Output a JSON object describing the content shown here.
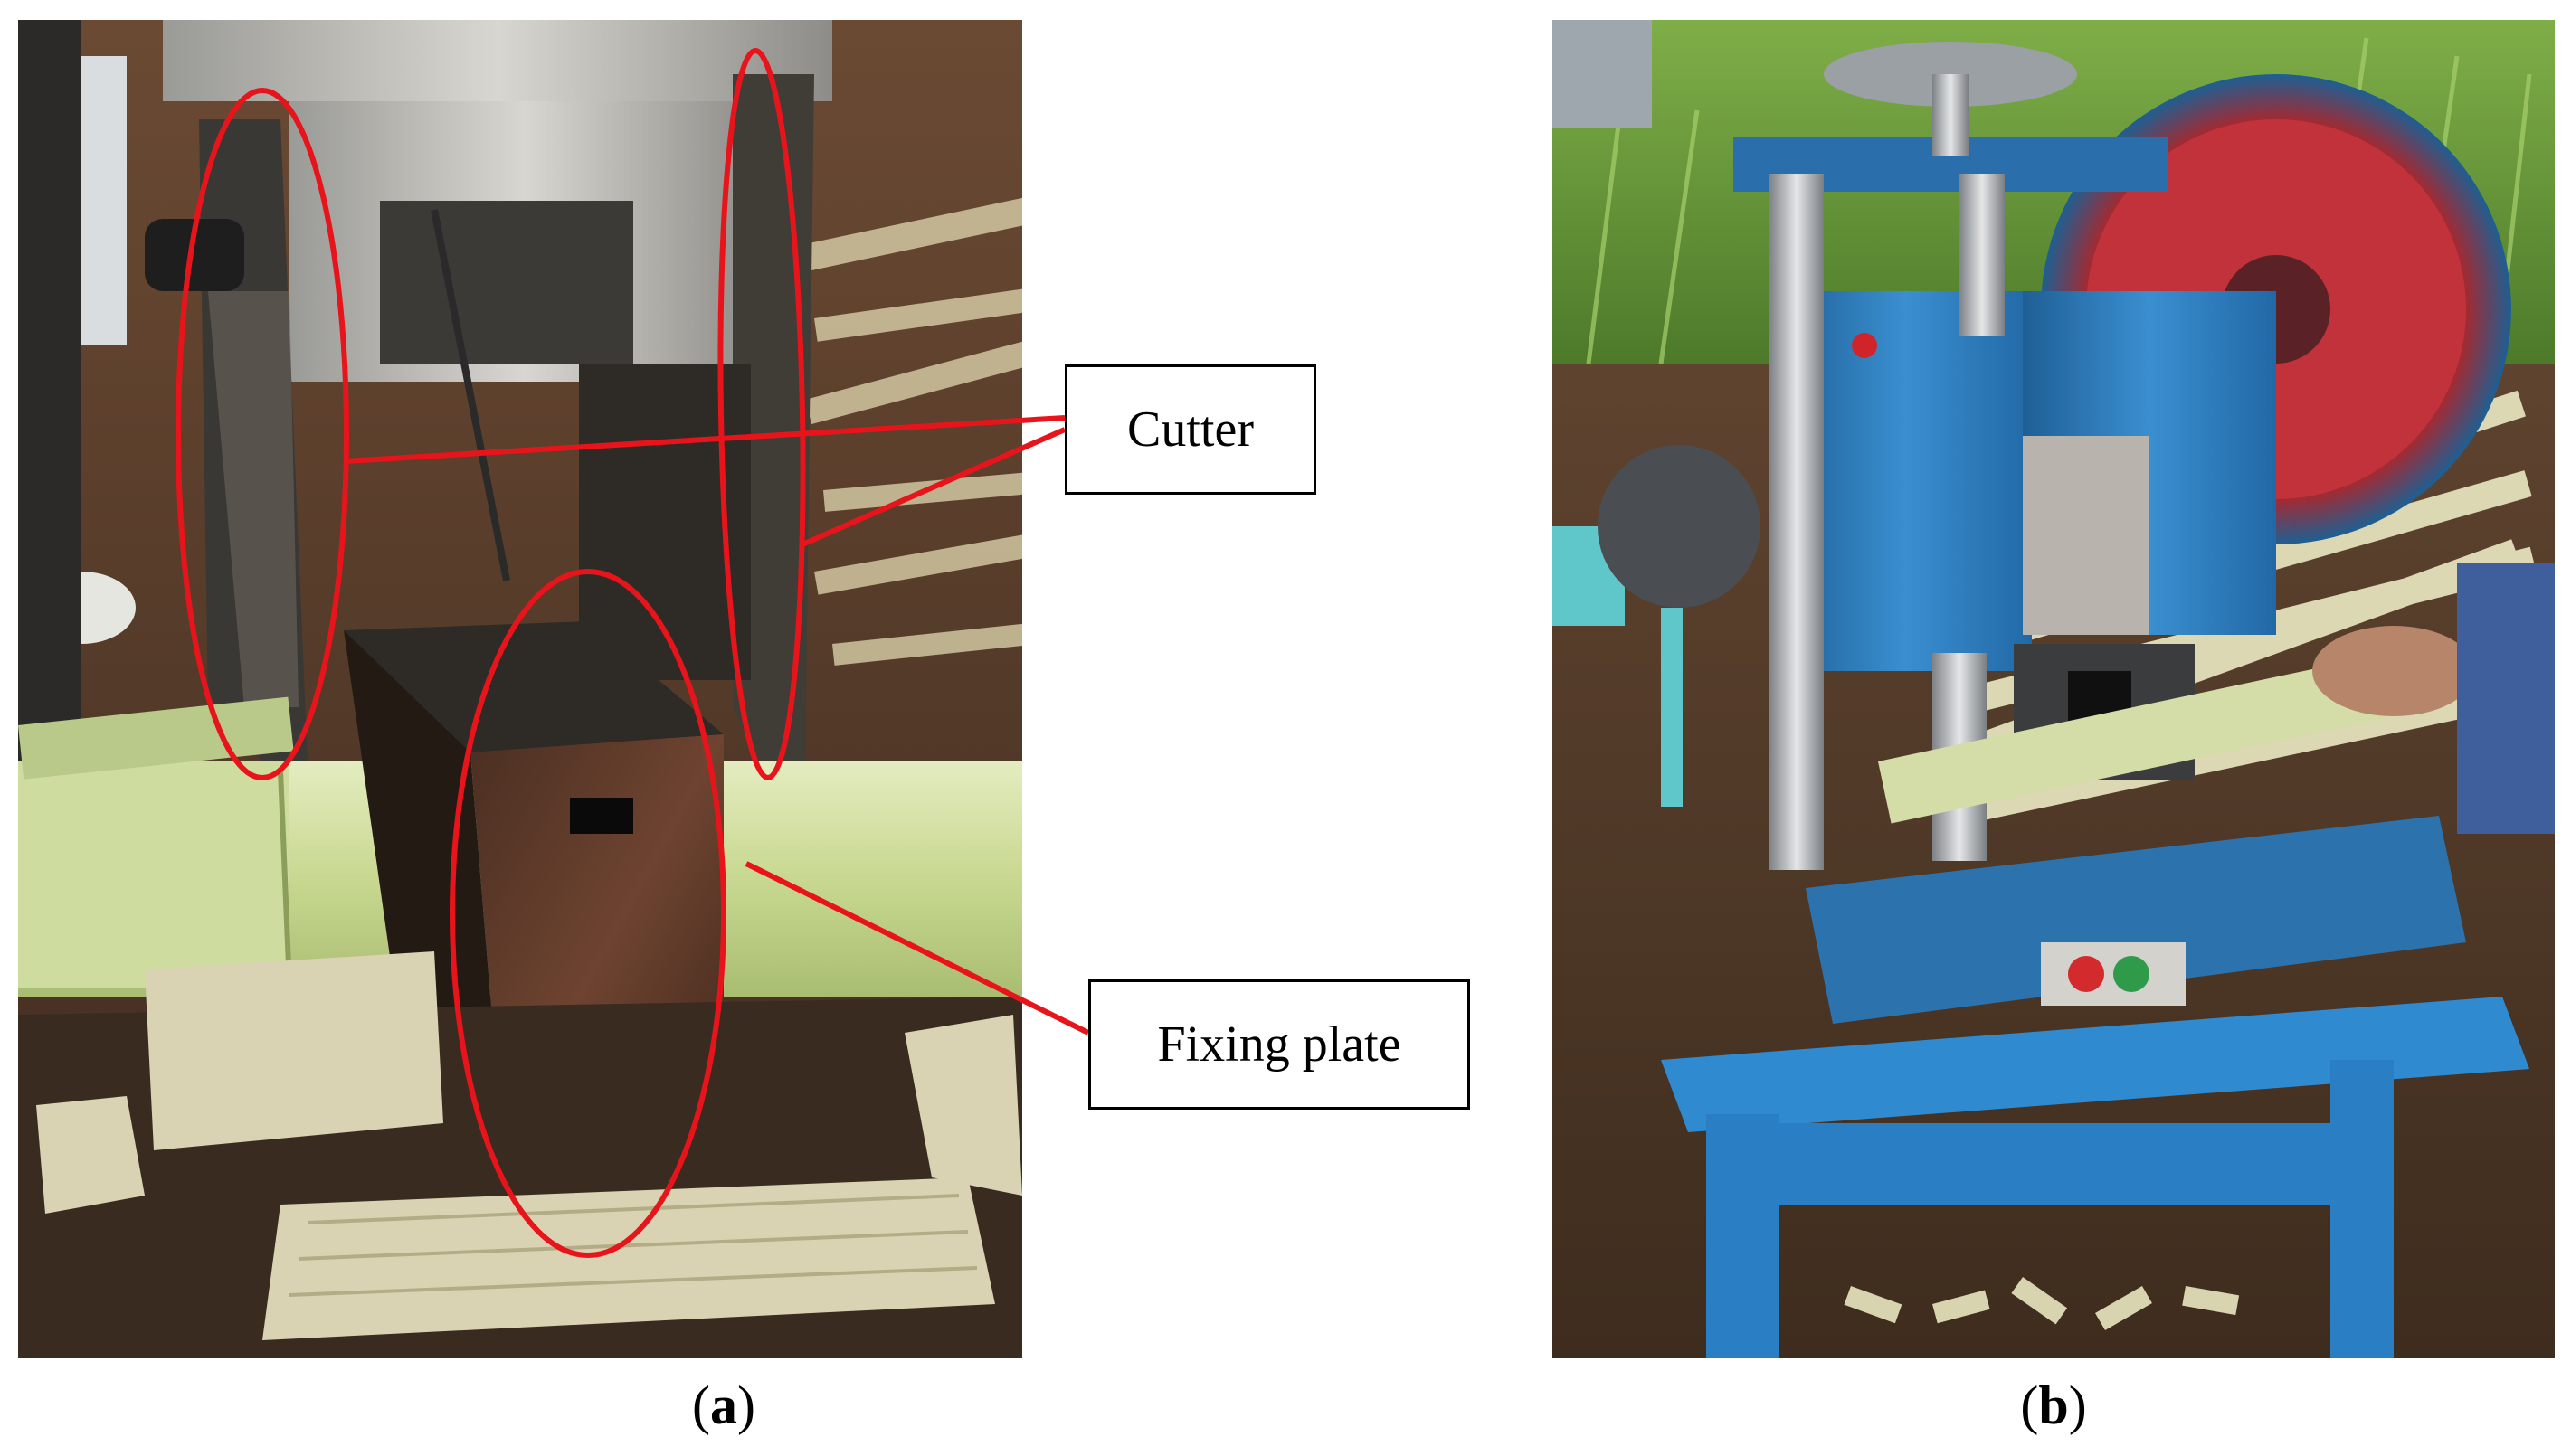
{
  "figure": {
    "labels": {
      "cutter": "Cutter",
      "fixing_plate": "Fixing plate"
    },
    "captions": {
      "a_open": "(",
      "a_letter": "a",
      "a_close": ")",
      "b_open": "(",
      "b_letter": "b",
      "b_close": ")"
    },
    "colors": {
      "annotation": "#e8141b",
      "machine_blue": "#2f7fc0",
      "pulley_red": "#c2323a",
      "cane_green": "#c9d89a",
      "soil": "#5a3d2a"
    }
  }
}
